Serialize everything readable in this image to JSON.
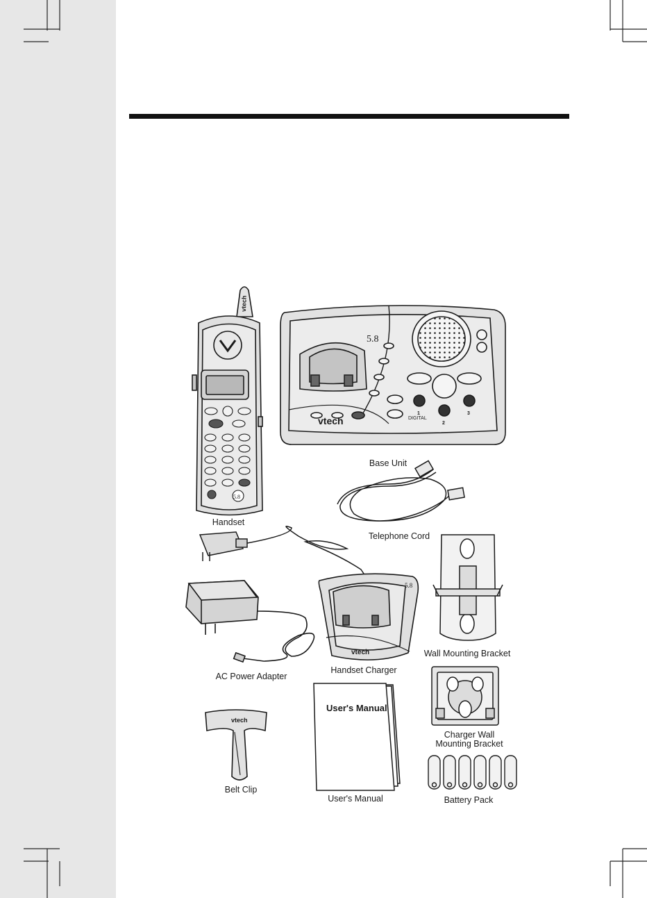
{
  "figure": {
    "items": {
      "handset": {
        "label": "Handset",
        "brand": "vtech",
        "band": "5.8"
      },
      "base_unit": {
        "label": "Base Unit",
        "brand": "vtech",
        "band": "5.8",
        "button_one": "1",
        "button_two": "2",
        "button_three": "3",
        "digital_mark": "DIGITAL"
      },
      "telephone_cord": {
        "label": "Telephone Cord"
      },
      "wall_mounting_bracket": {
        "label": "Wall Mounting Bracket"
      },
      "ac_power_adapter": {
        "label": "AC Power Adapter"
      },
      "handset_charger": {
        "label": "Handset Charger",
        "brand": "vtech",
        "band": "5.8"
      },
      "charger_wall_mounting_bracket": {
        "label_line1": "Charger Wall",
        "label_line2": "Mounting Bracket"
      },
      "belt_clip": {
        "label": "Belt Clip",
        "brand": "vtech"
      },
      "users_manual": {
        "label": "User's Manual",
        "cover_title": "User's Manual"
      },
      "battery_pack": {
        "label": "Battery Pack"
      }
    }
  },
  "colors": {
    "side_band": "#e7e7e7",
    "rule": "#111111",
    "line_art": "#1a1a1a",
    "shade": "#d8d8d8"
  }
}
